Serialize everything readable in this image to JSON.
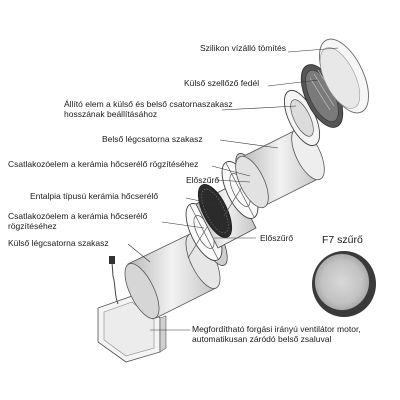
{
  "labels": {
    "silicone_gasket": "Szilikon vízálló tömítés",
    "outer_cover": "Külső szellőző fedél",
    "adjuster": "Állító elem a külső és belső csatornaszakasz hosszának beállításához",
    "inner_duct": "Belső légcsatorna szakasz",
    "connector_1": "Csatlakozóelem a kerámia hőcserélő rögzítéséhez",
    "prefilter_1": "Előszűrő",
    "ceramic_exchanger": "Entalpia típusú kerámia hőcserélő",
    "connector_2": "Csatlakozóelem a kerámia hőcserélő rögzítéséhez",
    "prefilter_2": "Előszűrő",
    "outer_duct": "Külső légcsatorna szakasz",
    "fan_motor": "Megfordítható forgási irányú ventilátor motor, automatikusan záródó belső zsaluval"
  },
  "inset": {
    "title": "F7 szűrő"
  }
}
